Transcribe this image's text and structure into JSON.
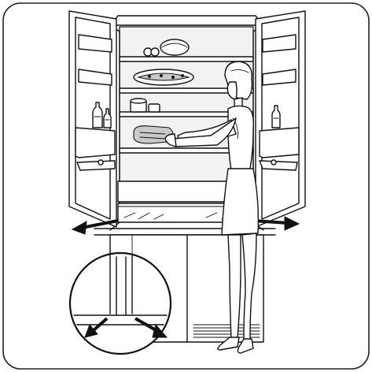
{
  "illustration": {
    "subject": "",
    "arrows": [
      "left-outward-arrow",
      "right-outward-arrow",
      "detail-left-arrow",
      "detail-right-arrow"
    ]
  }
}
